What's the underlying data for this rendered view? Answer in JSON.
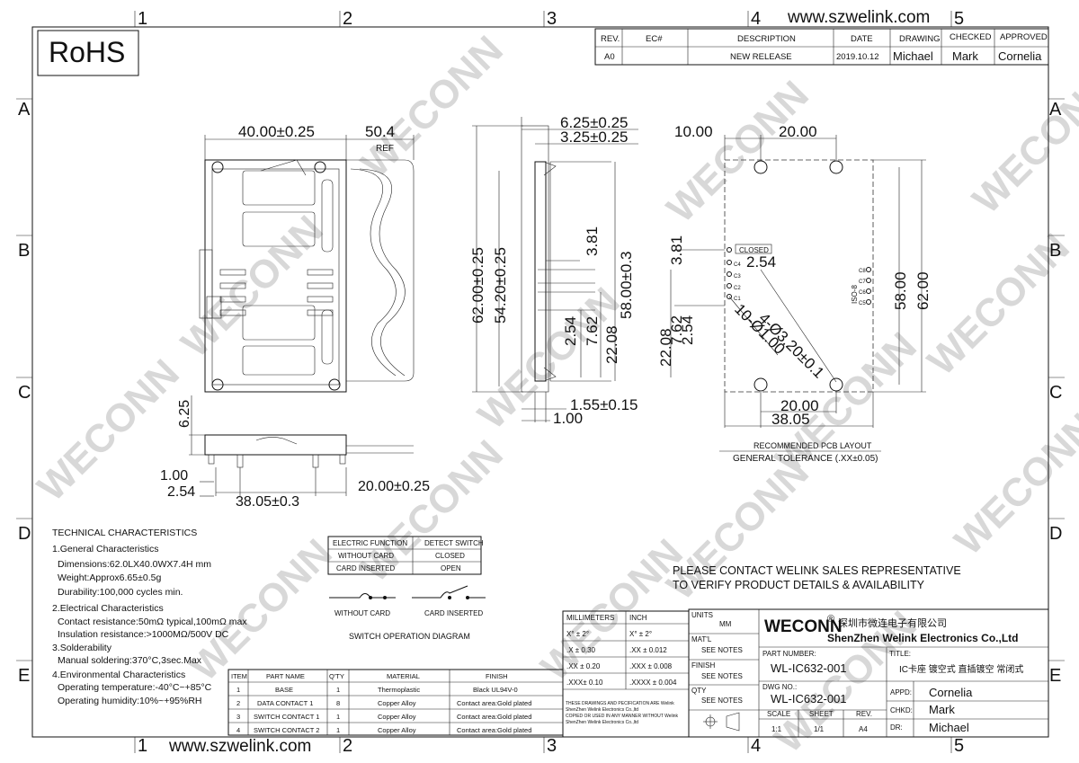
{
  "website": "www.szwelink.com",
  "rohs": "RoHS",
  "watermark": "WECONN",
  "border": {
    "cols": [
      "1",
      "2",
      "3",
      "4",
      "5"
    ],
    "rows": [
      "A",
      "B",
      "C",
      "D",
      "E"
    ]
  },
  "revision": {
    "headers": [
      "REV.",
      "EC#",
      "DESCRIPTION",
      "DATE",
      "DRAWING",
      "CHECKED",
      "APPROVED"
    ],
    "row": [
      "A0",
      "",
      "NEW RELEASE",
      "2019.10.12",
      "Michael",
      "Mark",
      "Cornelia"
    ]
  },
  "front_dims": {
    "width": "40.00±0.25",
    "ref": "50.4",
    "ref_label": "REF"
  },
  "side_dims": {
    "top1": "6.25±0.25",
    "top2": "3.25±0.25",
    "h1": "62.00±0.25",
    "h2": "54.20±0.25",
    "h3": "58.00±0.3",
    "d381": "3.81",
    "d254": "2.54",
    "d762": "7.62",
    "d2208": "22.08",
    "b1": "1.55±0.15",
    "b2": "1.00"
  },
  "pcb_dims": {
    "left": "10.00",
    "top": "20.00",
    "d381": "3.81",
    "closed": "CLOSED",
    "d254": "2.54",
    "hole1": "10-Ø1.00",
    "hole2": "4-Ø3.20±0.1",
    "v2208": "22.08",
    "v762": "7.62",
    "v254": "2.54",
    "right1": "58.00",
    "right2": "62.00",
    "iso": "ISO-8",
    "bottom1": "20.00",
    "bottom2": "38.05",
    "caption": "RECOMMENDED PCB LAYOUT",
    "tolerance": "GENERAL TOLERANCE (.XX±0.05)",
    "pins_left": [
      "C1",
      "C2",
      "C3",
      "C4"
    ],
    "pins_right": [
      "C5",
      "C6",
      "C7",
      "C8"
    ]
  },
  "bottom_view_dims": {
    "h625": "6.25",
    "d100": "1.00",
    "d254": "2.54",
    "d3805": "38.05±0.3",
    "d20": "20.00±0.25"
  },
  "tech": {
    "title": "TECHNICAL CHARACTERISTICS",
    "lines": [
      "1.General Characteristics",
      "Dimensions:62.0LX40.0WX7.4H mm",
      "Weight:Approx6.65±0.5g",
      "Durability:100,000 cycles min.",
      "2.Electrical Characteristics",
      "Contact resistance:50mΩ typical,100mΩ max",
      "Insulation resistance:>1000MΩ/500V DC",
      "3.Solderability",
      "Manual soldering:370°C,3sec.Max",
      "4.Environmental Characteristics",
      "Operating temperature:-40°C~+85°C",
      "Operating humidity:10%~+95%RH"
    ]
  },
  "switch_table": {
    "headers": [
      "ELECTRIC FUNCTION",
      "DETECT SWITCH"
    ],
    "rows": [
      [
        "WITHOUT CARD",
        "CLOSED"
      ],
      [
        "CARD INSERTED",
        "OPEN"
      ]
    ],
    "label_without": "WITHOUT CARD",
    "label_inserted": "CARD INSERTED",
    "diagram_title": "SWITCH OPERATION DIAGRAM"
  },
  "notice": [
    "PLEASE CONTACT WELINK SALES REPRESENTATIVE",
    "TO VERIFY PRODUCT DETAILS & AVAILABILITY"
  ],
  "bom": {
    "headers": [
      "ITEM",
      "PART NAME",
      "Q'TY",
      "MATERIAL",
      "FINISH"
    ],
    "rows": [
      [
        "1",
        "BASE",
        "1",
        "Thermoplastic",
        "Black UL94V-0"
      ],
      [
        "2",
        "DATA CONTACT 1",
        "8",
        "Copper Alloy",
        "Contact area:Gold plated"
      ],
      [
        "3",
        "SWITCH CONTACT 1",
        "1",
        "Copper Alloy",
        "Contact area:Gold plated"
      ],
      [
        "4",
        "SWITCH CONTACT 2",
        "1",
        "Copper Alloy",
        "Contact area:Gold plated"
      ]
    ]
  },
  "tolerance_table": {
    "headers": [
      "MILLIMETERS",
      "INCH"
    ],
    "rows": [
      [
        "X°  ±  2°",
        "X°  ±  2°"
      ],
      [
        ".X    ± 0.30",
        ".XX   ± 0.012"
      ],
      [
        ".XX  ± 0.20",
        ".XXX  ± 0.008"
      ],
      [
        ".XXX± 0.10",
        ".XXXX ± 0.004"
      ]
    ],
    "disclaimer": [
      "THESE DRAWINGS AND PECIFICATION ARE Welink",
      "ShenZhen Welink Electronics Co.,ltd",
      "COPIED OR USED IN ANY MANNER WITHOUT Welink",
      "ShenZhen Welink Electronics Co.,ltd"
    ]
  },
  "title_block": {
    "units_label": "UNITS",
    "units": "MM",
    "matl_label": "MAT'L",
    "matl": "SEE NOTES",
    "finish_label": "FINISH",
    "finish": "SEE NOTES",
    "qty_label": "QTY",
    "qty": "SEE NOTES",
    "brand": "WECONN",
    "reg": "®",
    "company_cn": "深圳市微连电子有限公司",
    "company_en": "ShenZhen Welink Electronics Co.,Ltd",
    "part_label": "PART NUMBER:",
    "part": "WL-IC632-001",
    "title_label": "TITLE:",
    "title": "IC卡座 镀空式 直插镀空 常闭式",
    "dwg_label": "DWG NO.:",
    "dwg": "WL-IC632-001",
    "appd_label": "APPD:",
    "appd": "Cornelia",
    "chkd_label": "CHKD:",
    "chkd": "Mark",
    "dr_label": "DR:",
    "dr": "Michael",
    "scale_label": "SCALE",
    "scale": "1:1",
    "sheet_label": "SHEET",
    "sheet": "1/1",
    "rev_label": "REV.",
    "rev": "A4"
  }
}
